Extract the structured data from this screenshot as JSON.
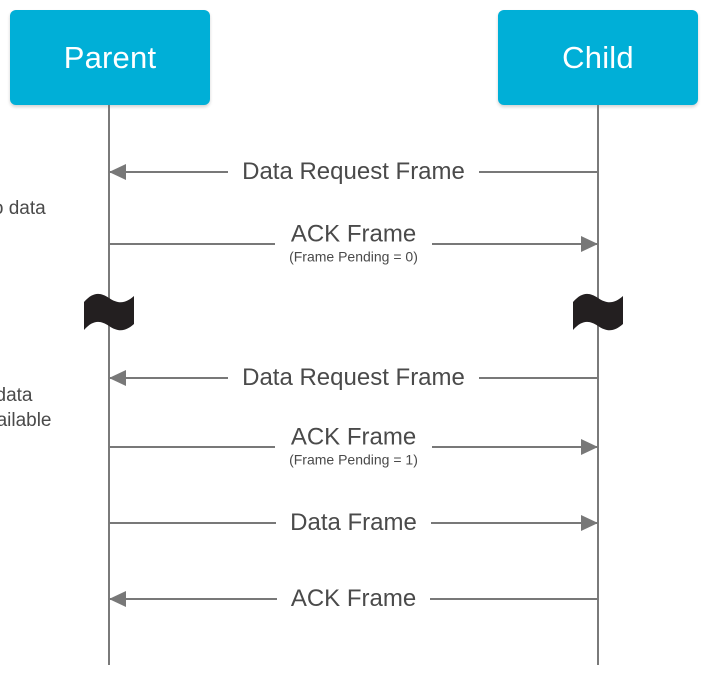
{
  "diagram": {
    "type": "sequence-diagram",
    "title_text": "",
    "colors": {
      "participant_fill": "#00AFD7",
      "participant_text": "#FFFFFF",
      "line": "#787878",
      "message_text": "#4A4A4A",
      "break_symbol": "#231F20",
      "background": "#FFFFFF"
    }
  },
  "participants": [
    {
      "id": "parent",
      "label": "Parent"
    },
    {
      "id": "child",
      "label": "Child"
    }
  ],
  "side_notes": [
    {
      "id": "no-data",
      "text": "no data"
    },
    {
      "id": "data-available",
      "line1": "data",
      "line2": "available"
    }
  ],
  "messages": [
    {
      "id": "m1",
      "label": "Data Request Frame",
      "sub": "",
      "from": "child",
      "to": "parent",
      "direction": "left"
    },
    {
      "id": "m2",
      "label": "ACK Frame",
      "sub": "(Frame Pending = 0)",
      "from": "parent",
      "to": "child",
      "direction": "right"
    },
    {
      "id": "m3",
      "label": "Data Request Frame",
      "sub": "",
      "from": "child",
      "to": "parent",
      "direction": "left"
    },
    {
      "id": "m4",
      "label": "ACK Frame",
      "sub": "(Frame Pending = 1)",
      "from": "parent",
      "to": "child",
      "direction": "right"
    },
    {
      "id": "m5",
      "label": "Data Frame",
      "sub": "",
      "from": "parent",
      "to": "child",
      "direction": "right"
    },
    {
      "id": "m6",
      "label": "ACK Frame",
      "sub": "",
      "from": "child",
      "to": "parent",
      "direction": "left"
    }
  ],
  "break_symbols": [
    {
      "id": "break-parent",
      "on": "parent"
    },
    {
      "id": "break-child",
      "on": "child"
    }
  ]
}
